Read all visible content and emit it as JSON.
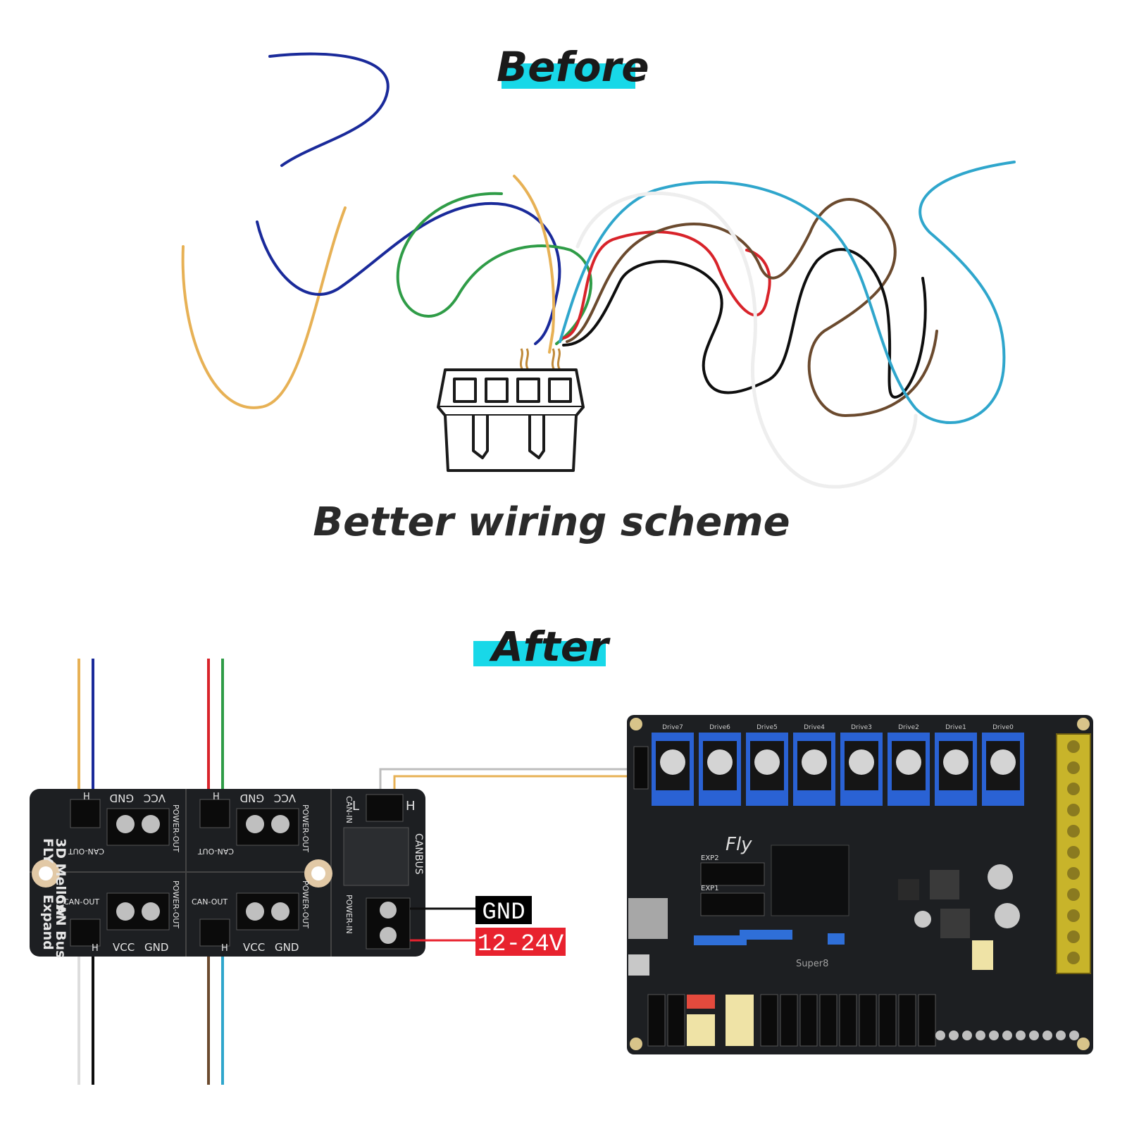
{
  "titles": {
    "before": "Before",
    "after": "After",
    "caption": "Better wiring scheme"
  },
  "expander_board": {
    "side_label_1": "3D Mellow",
    "side_label_2": "FLY",
    "side_label_3": "CAN Bus",
    "side_label_4": "Expand",
    "pin_h": "H",
    "pin_l": "L",
    "vcc": "VCC",
    "gnd": "GND",
    "can_out": "CAN-OUT",
    "power_out": "POWER-OUT",
    "can_in": "CAN-IN",
    "canbus": "CANBUS",
    "power_in": "POWER-IN"
  },
  "power_labels": {
    "gnd": "GND",
    "voltage": "12-24V"
  },
  "mainboard": {
    "brand": "Fly",
    "model": "Super8",
    "exp1": "EXP1",
    "exp2": "EXP2",
    "drive_labels": [
      "Drive7",
      "Drive6",
      "Drive5",
      "Drive4",
      "Drive3",
      "Drive2",
      "Drive1",
      "Drive0"
    ]
  },
  "colors": {
    "accent_cyan": "#18d8e8",
    "gnd_box": "#000000",
    "voltage_box": "#e8222e",
    "board": "#1d1f22",
    "wire_blue": "#1a2a9a",
    "wire_yellow": "#e7b155",
    "wire_green": "#2f9c47",
    "wire_red": "#d8232a",
    "wire_brown": "#6b4a2e",
    "wire_black": "#0e0e0e",
    "wire_cyan": "#2fa6cc",
    "wire_white": "#eeeeee"
  }
}
